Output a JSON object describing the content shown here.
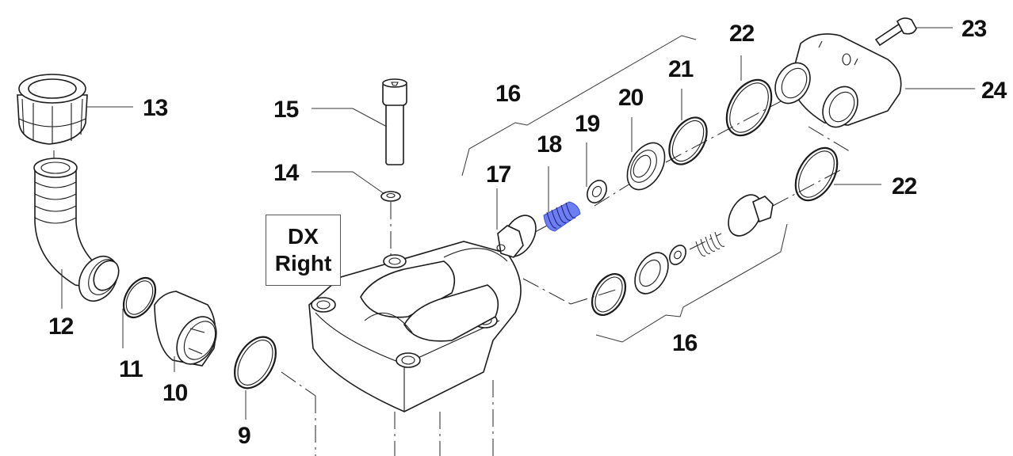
{
  "diagram": {
    "type": "exploded-parts-view",
    "side_label": {
      "code": "DX",
      "text": "Right"
    },
    "highlight_color": "#6b7ff2",
    "highlighted_part": "18",
    "callouts": [
      {
        "id": "c9",
        "label": "9",
        "part": "o-ring"
      },
      {
        "id": "c10",
        "label": "10",
        "part": "fitting"
      },
      {
        "id": "c11",
        "label": "11",
        "part": "o-ring"
      },
      {
        "id": "c12",
        "label": "12",
        "part": "elbow-hose-barb"
      },
      {
        "id": "c13",
        "label": "13",
        "part": "ring-nut"
      },
      {
        "id": "c14",
        "label": "14",
        "part": "washer"
      },
      {
        "id": "c15",
        "label": "15",
        "part": "socket-head-screw"
      },
      {
        "id": "c16a",
        "label": "16",
        "part": "valve-kit"
      },
      {
        "id": "c16b",
        "label": "16",
        "part": "valve-kit"
      },
      {
        "id": "c17",
        "label": "17",
        "part": "valve-cage"
      },
      {
        "id": "c18",
        "label": "18",
        "part": "spring"
      },
      {
        "id": "c19",
        "label": "19",
        "part": "valve-disc"
      },
      {
        "id": "c20",
        "label": "20",
        "part": "valve-seat"
      },
      {
        "id": "c21",
        "label": "21",
        "part": "o-ring"
      },
      {
        "id": "c22a",
        "label": "22",
        "part": "o-ring"
      },
      {
        "id": "c22b",
        "label": "22",
        "part": "o-ring"
      },
      {
        "id": "c23",
        "label": "23",
        "part": "screw"
      },
      {
        "id": "c24",
        "label": "24",
        "part": "valve-cover"
      }
    ]
  }
}
